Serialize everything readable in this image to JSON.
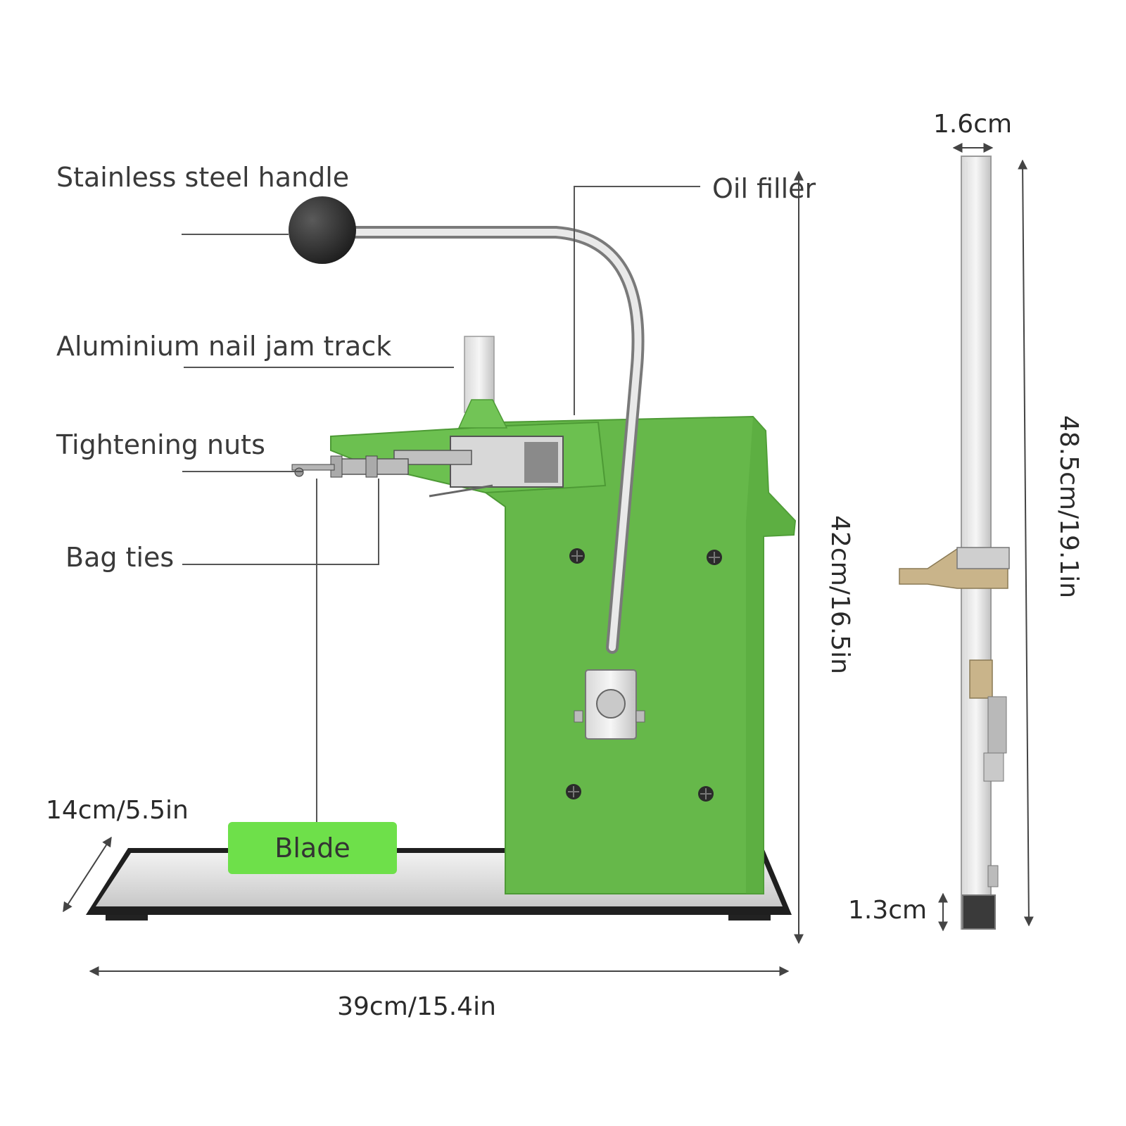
{
  "callouts": {
    "handle": "Stainless steel handle",
    "oil_filler": "Oil filler",
    "track": "Aluminium nail jam track",
    "nuts": "Tightening nuts",
    "bag_ties": "Bag ties",
    "blade": "Blade"
  },
  "dimensions": {
    "base_length": "39cm/15.4in",
    "base_depth": "14cm/5.5in",
    "machine_height": "42cm/16.5in",
    "track_width": "1.6cm",
    "track_length": "48.5cm/19.1in",
    "track_end": "1.3cm"
  },
  "colors": {
    "machine_body": "#66b84a",
    "blade_badge": "#6ee04a",
    "steel": "#d4d6d8",
    "knob": "#2e2e2e"
  }
}
